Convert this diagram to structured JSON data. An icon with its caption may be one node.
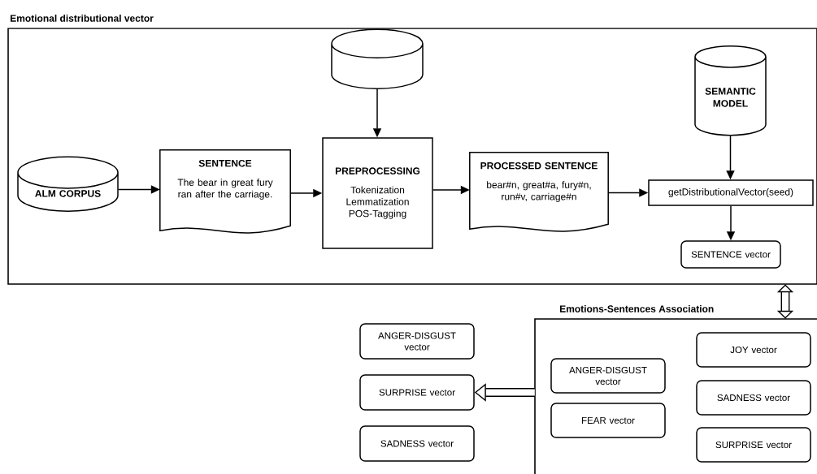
{
  "diagram": {
    "nodes": [
      {
        "text": [
          "Emotional distributional vector"
        ]
      },
      {
        "text": [
          "ALM CORPUS"
        ],
        "in": 0
      },
      {
        "text": [
          "SENTENCE",
          "The bear in great fury ran after the carriage."
        ],
        "in": 0
      },
      {
        "text": [],
        "shape": "cylinder",
        "in": 0
      },
      {
        "text": [
          "PREPROCESSING",
          "Tokenization Lemmatization POS-Tagging"
        ],
        "in": 0
      },
      {
        "text": [
          "PROCESSED SENTENCE",
          "bear#n, great#a, fury#n, run#v, carriage#n"
        ],
        "in": 0
      },
      {
        "text": [
          "SEMANTIC MODEL"
        ],
        "in": 0
      },
      {
        "text": [
          "getDistributionalVector(seed)"
        ],
        "in": 0
      },
      {
        "text": [
          "SENTENCE vector"
        ],
        "in": 0
      },
      {
        "text": [
          "Emotions-Sentences Association"
        ]
      },
      {
        "text": [
          "ANGER-DISGUST vector"
        ],
        "in": 9
      },
      {
        "text": [
          "FEAR vector"
        ],
        "in": 9
      },
      {
        "text": [
          "JOY vector"
        ],
        "in": 9
      },
      {
        "text": [
          "SADNESS vector"
        ],
        "in": 9
      },
      {
        "text": [
          "SURPRISE vector"
        ],
        "in": 9
      },
      {
        "text": [
          "ANGER-DISGUST vector"
        ]
      },
      {
        "text": [
          "SURPRISE vector"
        ]
      },
      {
        "text": [
          "SADNESS vector"
        ]
      }
    ],
    "edges": [
      {
        "from": 1,
        "to": 2,
        "arrow": "to"
      },
      {
        "from": 2,
        "to": 4,
        "arrow": "to"
      },
      {
        "from": 3,
        "to": 4,
        "arrow": "to"
      },
      {
        "from": 4,
        "to": 5,
        "arrow": "to"
      },
      {
        "from": 5,
        "to": 7,
        "arrow": "to"
      },
      {
        "from": 6,
        "to": 7,
        "arrow": "to"
      },
      {
        "from": 7,
        "to": 8,
        "arrow": "to"
      },
      {
        "from": 0,
        "to": 9,
        "arrow": "both",
        "style": "thick"
      },
      {
        "from": 9,
        "to": 16,
        "arrow": "to",
        "style": "thick"
      }
    ]
  }
}
